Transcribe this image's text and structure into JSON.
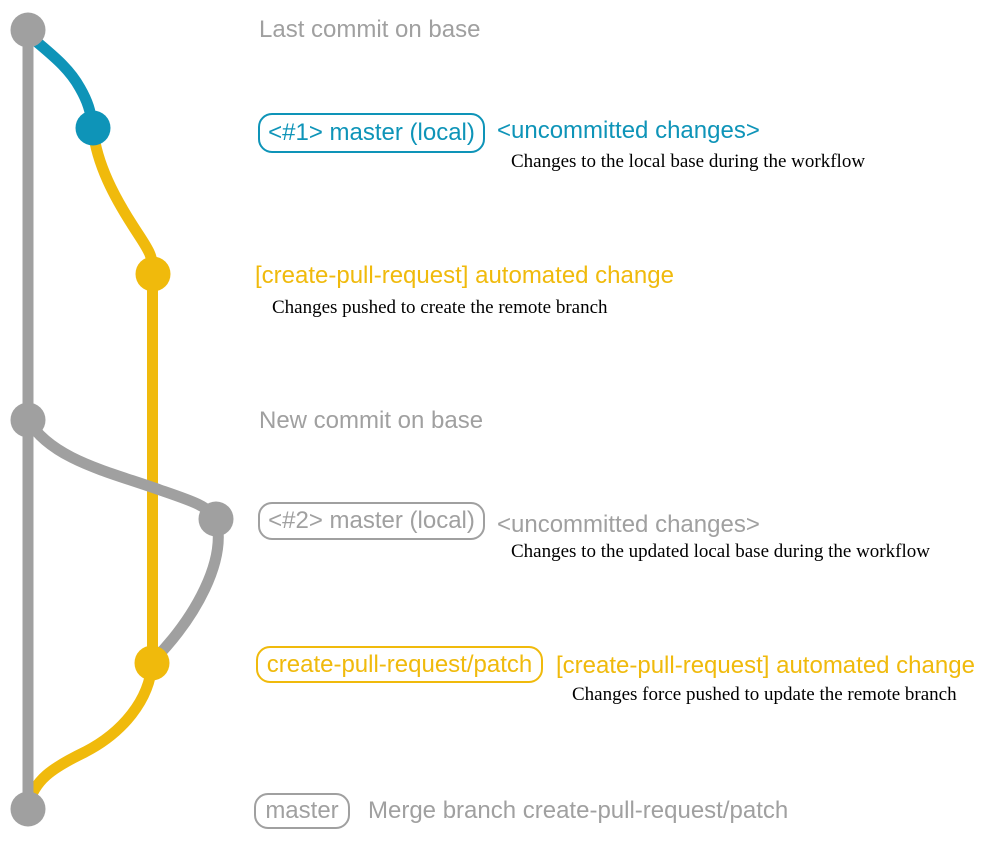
{
  "colors": {
    "teal": "#0e94b8",
    "yellow": "#f0ba0c",
    "gray": "#a0a0a0",
    "text_black": "#000000",
    "background": "#ffffff"
  },
  "annotations": {
    "last_commit": "Last commit on base",
    "new_commit": "New commit on base"
  },
  "sections": {
    "local_master_1": {
      "badge": "<#1> master (local)",
      "title": "<uncommitted changes>",
      "description": "Changes to the local base during the workflow"
    },
    "automated_change_1": {
      "title": "[create-pull-request] automated change",
      "description": "Changes pushed to create the remote branch"
    },
    "local_master_2": {
      "badge": "<#2> master (local)",
      "title": "<uncommitted changes>",
      "description": "Changes to the updated local base during the workflow"
    },
    "automated_change_2": {
      "badge": "create-pull-request/patch",
      "title": "[create-pull-request] automated change",
      "description": "Changes force pushed to update the remote branch"
    },
    "merge": {
      "badge": "master",
      "title": "Merge branch create-pull-request/patch"
    }
  },
  "graph": {
    "base_branch_color": "gray",
    "commits": [
      {
        "name": "last-commit-on-base",
        "color": "gray"
      },
      {
        "name": "uncommitted-changes-1",
        "color": "teal"
      },
      {
        "name": "automated-change-1",
        "color": "yellow"
      },
      {
        "name": "new-commit-on-base",
        "color": "gray"
      },
      {
        "name": "uncommitted-changes-2",
        "color": "gray"
      },
      {
        "name": "automated-change-2",
        "color": "yellow"
      },
      {
        "name": "merge-commit",
        "color": "gray"
      }
    ]
  }
}
